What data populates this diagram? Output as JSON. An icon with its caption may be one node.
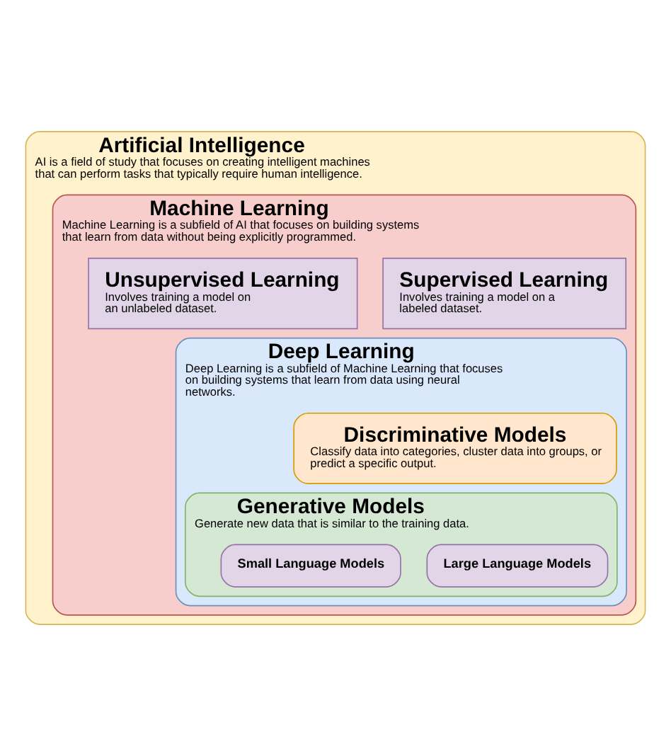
{
  "diagram": {
    "nodes": [
      {
        "text": [
          "Artificial Intelligence",
          "AI is a field of study that focuses on creating intelligent machines that can perform tasks that typically require human intelligence."
        ]
      },
      {
        "text": [
          "Machine Learning",
          "Machine Learning is a subfield of AI that focuses on building systems that learn from data without being explicitly programmed."
        ],
        "in": 0
      },
      {
        "text": [
          "Supervised Learning",
          "Involves training a model on a labeled dataset."
        ],
        "in": 1
      },
      {
        "text": [
          "Unsupervised Learning",
          "Involves training a model on an unlabeled dataset."
        ],
        "in": 1
      },
      {
        "text": [
          "Deep Learning",
          "Deep Learning is a subfield of Machine Learning that focuses on building systems that learn from data using neural networks."
        ],
        "in": 1
      },
      {
        "text": [
          "Discriminative Models",
          "Classify data into categories, cluster data into groups, or predict a specific output."
        ],
        "in": 4
      },
      {
        "text": [
          "Generative Models",
          "Generate new data that is similar to the training data."
        ],
        "in": 4
      },
      {
        "text": [
          "Large Language Models"
        ],
        "in": 6
      },
      {
        "text": [
          "Small Language Models"
        ],
        "in": 6
      }
    ],
    "edges": []
  }
}
